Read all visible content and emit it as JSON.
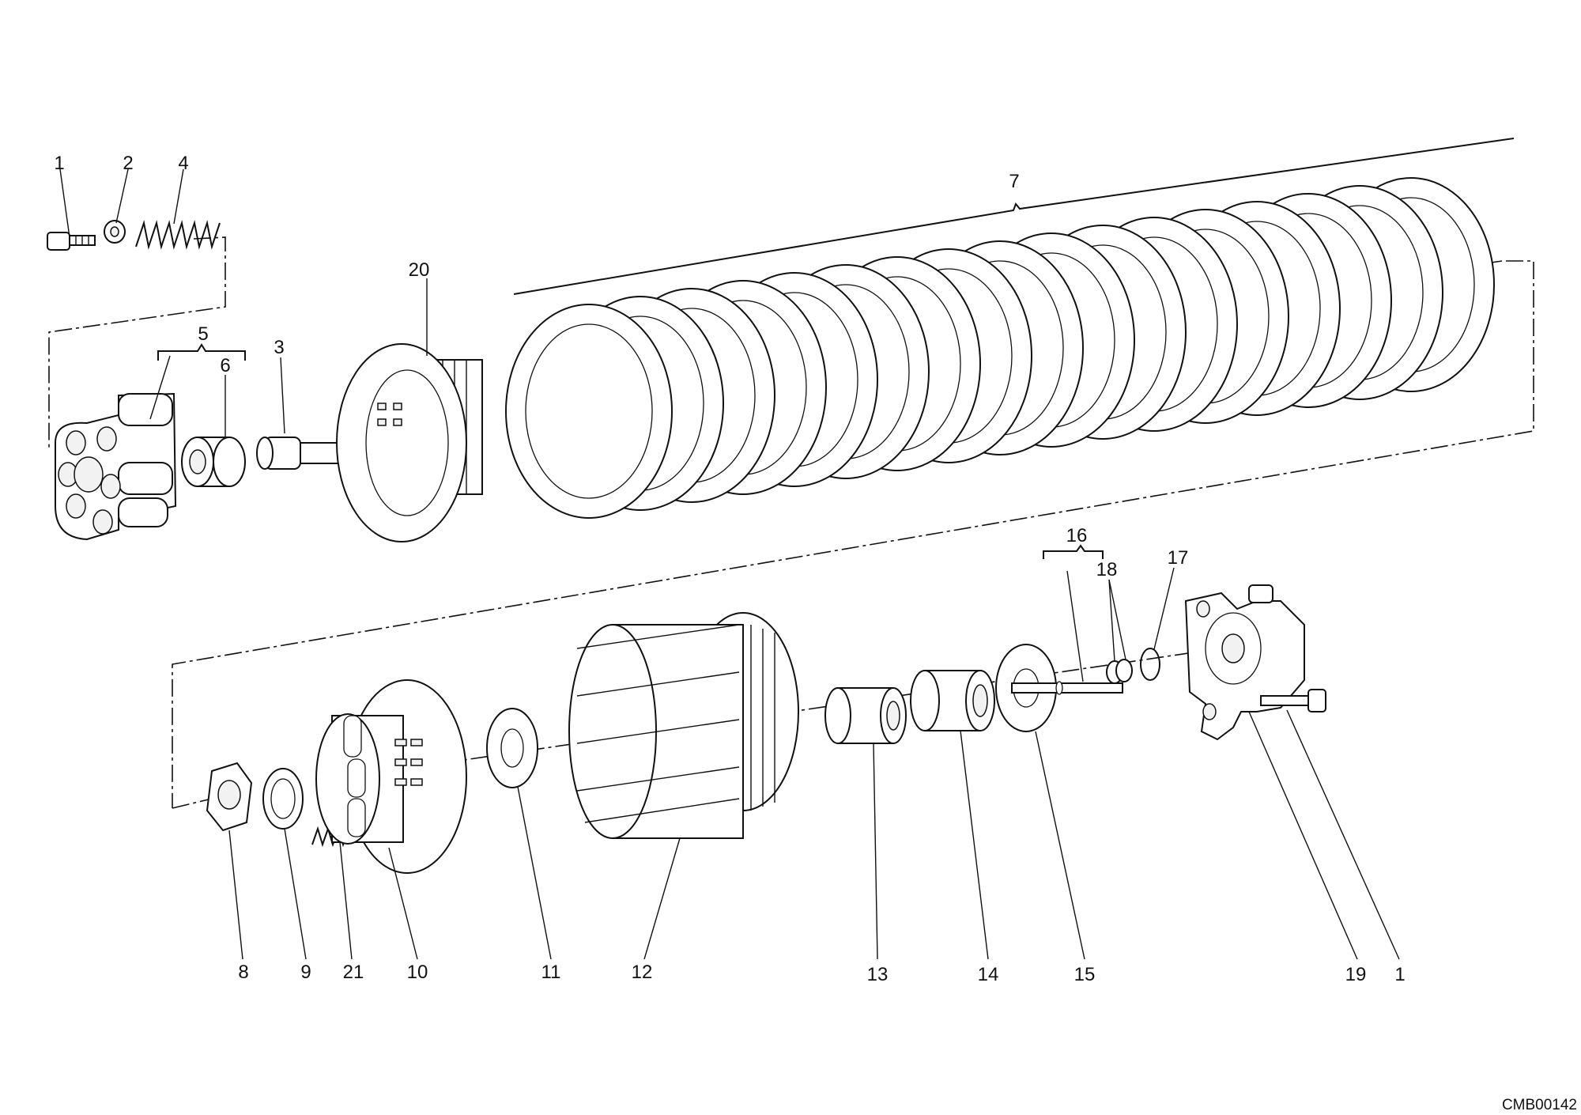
{
  "diagram": {
    "drawing_code": "CMB00142",
    "callouts": [
      {
        "id": "c1a",
        "text": "1"
      },
      {
        "id": "c2",
        "text": "2"
      },
      {
        "id": "c4",
        "text": "4"
      },
      {
        "id": "c7",
        "text": "7"
      },
      {
        "id": "c20",
        "text": "20"
      },
      {
        "id": "c5",
        "text": "5"
      },
      {
        "id": "c6",
        "text": "6"
      },
      {
        "id": "c3",
        "text": "3"
      },
      {
        "id": "c16",
        "text": "16"
      },
      {
        "id": "c18",
        "text": "18"
      },
      {
        "id": "c17",
        "text": "17"
      },
      {
        "id": "c8",
        "text": "8"
      },
      {
        "id": "c9",
        "text": "9"
      },
      {
        "id": "c21",
        "text": "21"
      },
      {
        "id": "c10",
        "text": "10"
      },
      {
        "id": "c11",
        "text": "11"
      },
      {
        "id": "c12",
        "text": "12"
      },
      {
        "id": "c13",
        "text": "13"
      },
      {
        "id": "c14",
        "text": "14"
      },
      {
        "id": "c15",
        "text": "15"
      },
      {
        "id": "c19",
        "text": "19"
      },
      {
        "id": "c1b",
        "text": "1"
      }
    ]
  }
}
